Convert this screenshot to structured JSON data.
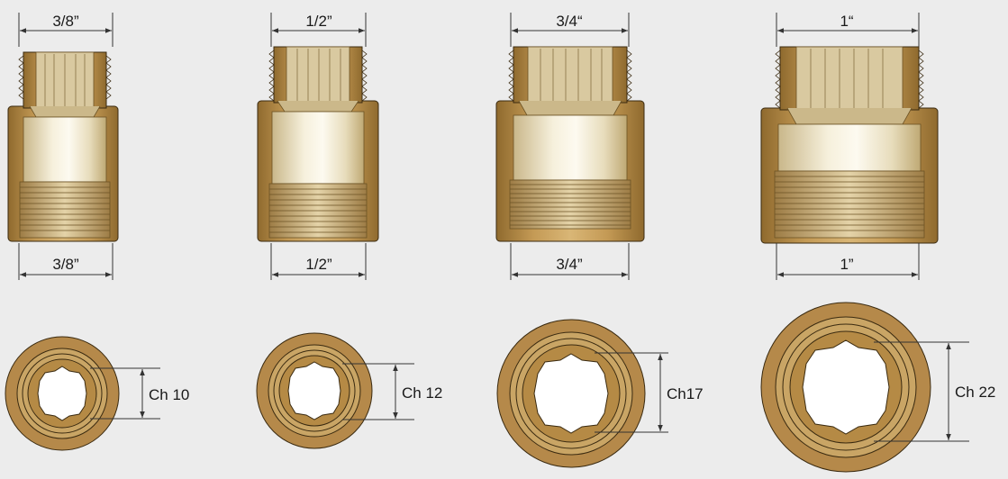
{
  "colors": {
    "background": "#ececec",
    "brass_body": "#b58a45",
    "brass_light": "#ede3c4",
    "brass_highlight": "#fbf7e8",
    "brass_dark": "#8a6428",
    "outline": "#3a2a10",
    "bore": "#ffffff",
    "dimension_line": "#333333"
  },
  "fittings": [
    {
      "top_size": "3/8”",
      "bottom_size": "3/8”",
      "wrench": "Ch 10"
    },
    {
      "top_size": "1/2”",
      "bottom_size": "1/2”",
      "wrench": "Ch 12"
    },
    {
      "top_size": "3/4“",
      "bottom_size": "3/4”",
      "wrench": "Ch17"
    },
    {
      "top_size": "1“",
      "bottom_size": "1”",
      "wrench": "Ch 22"
    }
  ]
}
